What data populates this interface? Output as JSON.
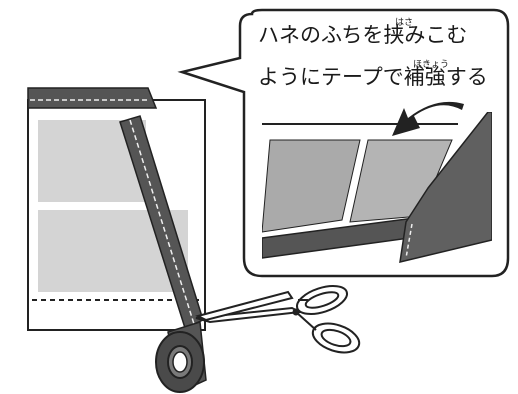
{
  "caption": {
    "line1": "ハネのふちを挟みこむ",
    "line2": "ようにテープで補強する",
    "ruby1": "はさ",
    "ruby2": "ほきょう"
  },
  "colors": {
    "tape": "#5a5a5a",
    "tape_dark": "#3d3d3d",
    "panel_gray": "#cfcfcf",
    "wing_gray": "#a8a8a8",
    "outline": "#222222"
  },
  "icons": [
    "speech-bubble",
    "curved-arrow-icon",
    "scissors-icon",
    "tape-roll-icon"
  ]
}
